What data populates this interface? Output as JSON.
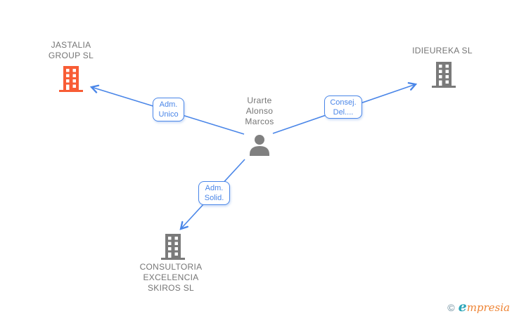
{
  "diagram_type": "corporate-relationship-graph",
  "nodes": {
    "person": {
      "name_lines": [
        "Urarte",
        "Alonso",
        "Marcos"
      ],
      "icon": "person-icon"
    },
    "jastalia": {
      "name_lines": [
        "JASTALIA",
        "GROUP SL"
      ],
      "icon": "building-icon"
    },
    "idieureka": {
      "name_lines": [
        "IDIEUREKA SL"
      ],
      "icon": "building-icon"
    },
    "consultoria": {
      "name_lines": [
        "CONSULTORIA",
        "EXCELENCIA",
        "SKIROS SL"
      ],
      "icon": "building-icon"
    }
  },
  "edge_labels": {
    "adm_unico": {
      "lines": [
        "Adm.",
        "Unico"
      ]
    },
    "consej_del": {
      "lines": [
        "Consej.",
        "Del...."
      ]
    },
    "adm_solid": {
      "lines": [
        "Adm.",
        "Solid."
      ]
    }
  },
  "colors": {
    "edge": "#4A86E8",
    "node_text": "#757575",
    "icon_gray": "#7A7A7A",
    "person_gray": "#808080",
    "building_orange": "#F85C35",
    "label_border": "#4A86E8",
    "watermark_copyright": "#6B8C9C",
    "watermark_initial": "#2AA5B8",
    "watermark_rest": "#EE8435"
  },
  "watermark": {
    "copyright": "©",
    "brand_initial": "e",
    "brand_rest": "mpresia"
  }
}
